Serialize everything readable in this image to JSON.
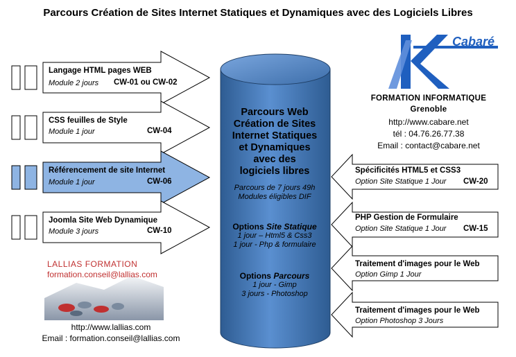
{
  "title": "Parcours Création de Sites Internet Statiques et Dynamiques avec des Logiciels Libres",
  "left_modules": [
    {
      "title": "Langage HTML pages WEB",
      "duration": "Module 2 jours",
      "code": "CW-01 ou CW-02",
      "highlighted": false
    },
    {
      "title": "CSS feuilles de Style",
      "duration": "Module 1 jour",
      "code": "CW-04",
      "highlighted": false
    },
    {
      "title": "Référencement de site Internet",
      "duration": "Module 1 jour",
      "code": "CW-06",
      "highlighted": true
    },
    {
      "title": "Joomla Site Web Dynamique",
      "duration": "Module 3 jours",
      "code": "CW-10",
      "highlighted": false
    }
  ],
  "right_modules": [
    {
      "title": "Spécificités HTML5 et CSS3",
      "duration": "Option Site Statique 1 Jour",
      "code": "CW-20"
    },
    {
      "title": "PHP Gestion de Formulaire",
      "duration": "Option Site Statique 1 Jour",
      "code": "CW-15"
    },
    {
      "title": "Traitement d'images pour le Web",
      "duration": "Option Gimp 1 Jour",
      "code": ""
    },
    {
      "title": "Traitement d'images pour le Web",
      "duration": "Option Photoshop 3 Jours",
      "code": ""
    }
  ],
  "cylinder": {
    "title_lines": [
      "Parcours Web",
      "Création de Sites",
      "Internet Statiques",
      "et Dynamiques",
      "avec des",
      "logiciels libres"
    ],
    "parcours_line1": "Parcours de 7 jours 49h",
    "parcours_line2": "Modules éligibles DIF",
    "options_static_label": "Options ",
    "options_static_em": "Site Statique",
    "options_static_items": [
      "1 jour – Html5 & Css3",
      "1 jour  - Php & formulaire"
    ],
    "options_parcours_label": "Options ",
    "options_parcours_em": "Parcours",
    "options_parcours_items": [
      "1 jour - Gimp",
      "3 jours  - Photoshop"
    ]
  },
  "cabare": {
    "logo_text": "Cabaré",
    "logo_letter": "K",
    "company": "FORMATION INFORMATIQUE",
    "city": "Grenoble",
    "website": "http://www.cabare.net",
    "phone": "tél  : 04.76.26.77.38",
    "email": "Email :  contact@cabare.net"
  },
  "lallias": {
    "logo_name": "LALLIAS FORMATION",
    "logo_email": "formation.conseil@lallias.com",
    "website": "http://www.lallias.com",
    "email": "Email :  formation.conseil@lallias.com"
  },
  "colors": {
    "cylinder": "#4a7ebb",
    "cylinder_dark": "#2e5c92",
    "highlight": "#8eb4e3",
    "cabare_blue": "#1f5fbf",
    "lallias_red": "#c03030"
  }
}
